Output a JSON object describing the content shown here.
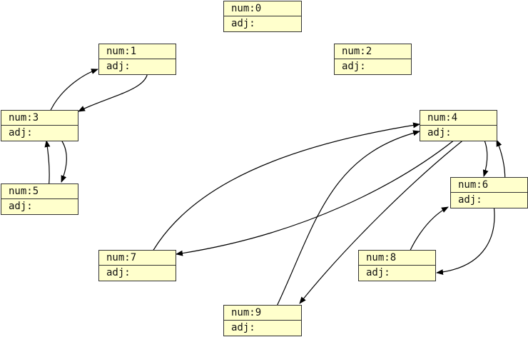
{
  "nodes": [
    {
      "id": 0,
      "num_text": "num:0",
      "adj_text": "adj:"
    },
    {
      "id": 1,
      "num_text": "num:1",
      "adj_text": "adj:"
    },
    {
      "id": 2,
      "num_text": "num:2",
      "adj_text": "adj:"
    },
    {
      "id": 3,
      "num_text": "num:3",
      "adj_text": "adj:"
    },
    {
      "id": 4,
      "num_text": "num:4",
      "adj_text": "adj:"
    },
    {
      "id": 5,
      "num_text": "num:5",
      "adj_text": "adj:"
    },
    {
      "id": 6,
      "num_text": "num:6",
      "adj_text": "adj:"
    },
    {
      "id": 7,
      "num_text": "num:7",
      "adj_text": "adj:"
    },
    {
      "id": 8,
      "num_text": "num:8",
      "adj_text": "adj:"
    },
    {
      "id": 9,
      "num_text": "num:9",
      "adj_text": "adj:"
    }
  ],
  "edges": [
    {
      "from": 1,
      "to": 3
    },
    {
      "from": 3,
      "to": 1
    },
    {
      "from": 3,
      "to": 5
    },
    {
      "from": 5,
      "to": 3
    },
    {
      "from": 4,
      "to": 7
    },
    {
      "from": 4,
      "to": 9
    },
    {
      "from": 4,
      "to": 6
    },
    {
      "from": 6,
      "to": 4
    },
    {
      "from": 6,
      "to": 8
    },
    {
      "from": 7,
      "to": 4
    },
    {
      "from": 8,
      "to": 6
    },
    {
      "from": 9,
      "to": 4
    }
  ],
  "colors": {
    "node_fill": "#ffffcc",
    "line": "#000000"
  }
}
